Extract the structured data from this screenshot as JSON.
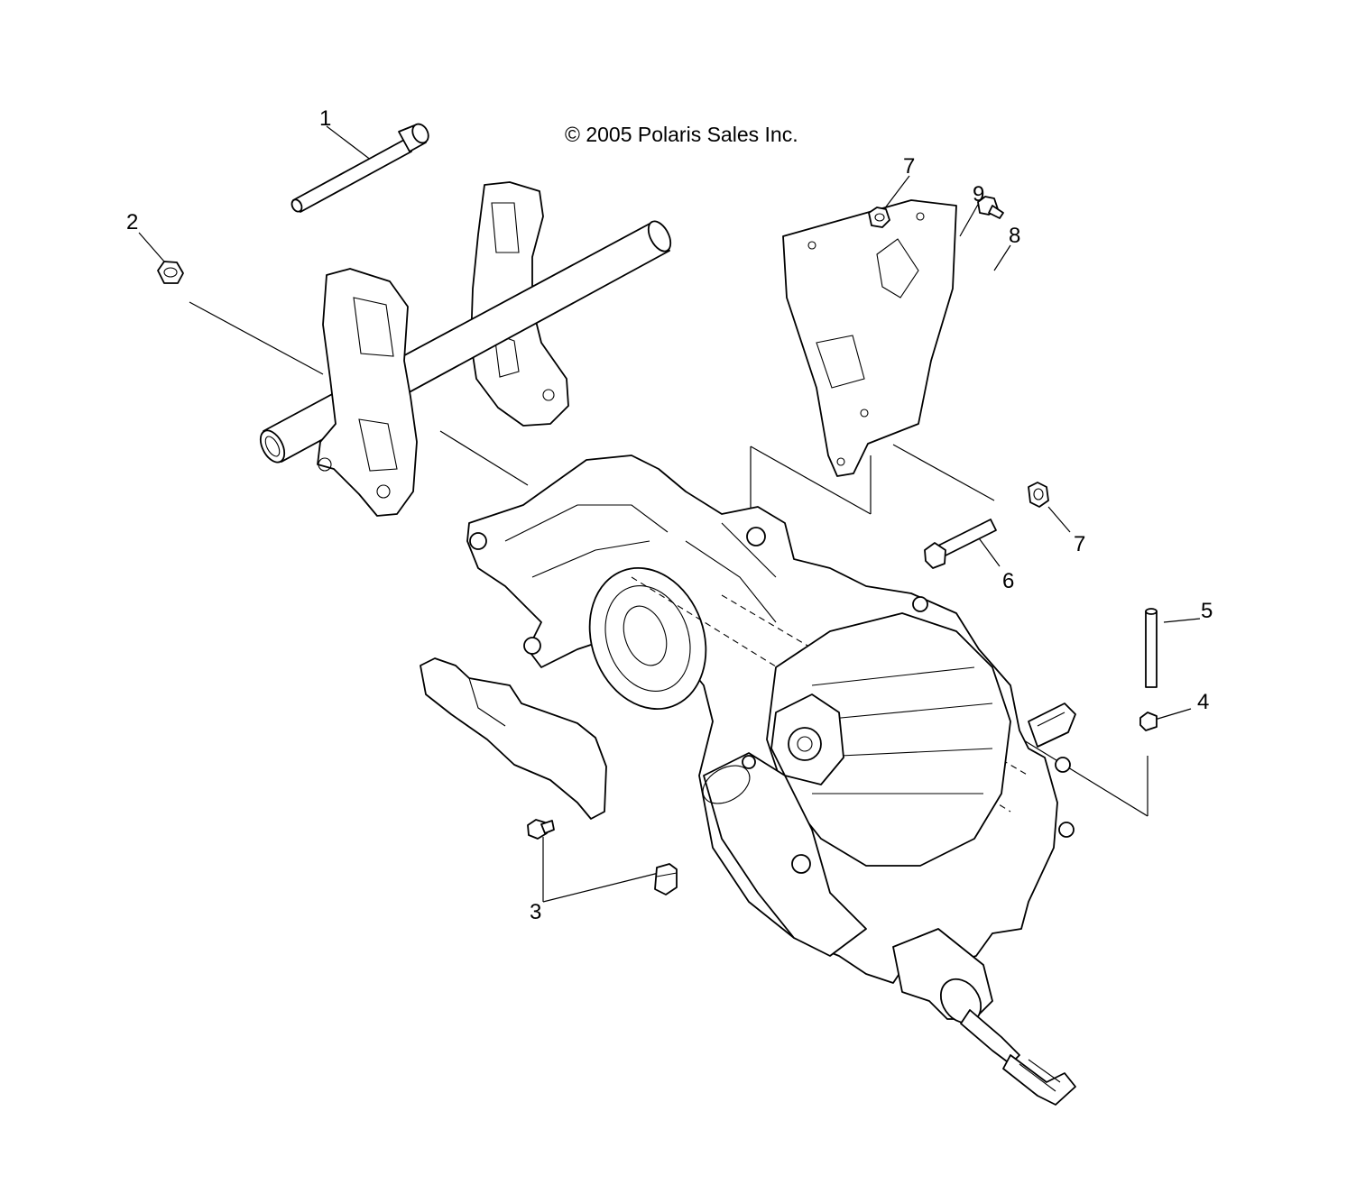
{
  "copyright": "© 2005 Polaris Sales Inc.",
  "callouts": [
    {
      "id": "c1",
      "number": "1"
    },
    {
      "id": "c2",
      "number": "2"
    },
    {
      "id": "c3",
      "number": "3"
    },
    {
      "id": "c4",
      "number": "4"
    },
    {
      "id": "c5",
      "number": "5"
    },
    {
      "id": "c6",
      "number": "6"
    },
    {
      "id": "c7a",
      "number": "7"
    },
    {
      "id": "c7b",
      "number": "7"
    },
    {
      "id": "c8",
      "number": "8"
    },
    {
      "id": "c9",
      "number": "9"
    }
  ]
}
